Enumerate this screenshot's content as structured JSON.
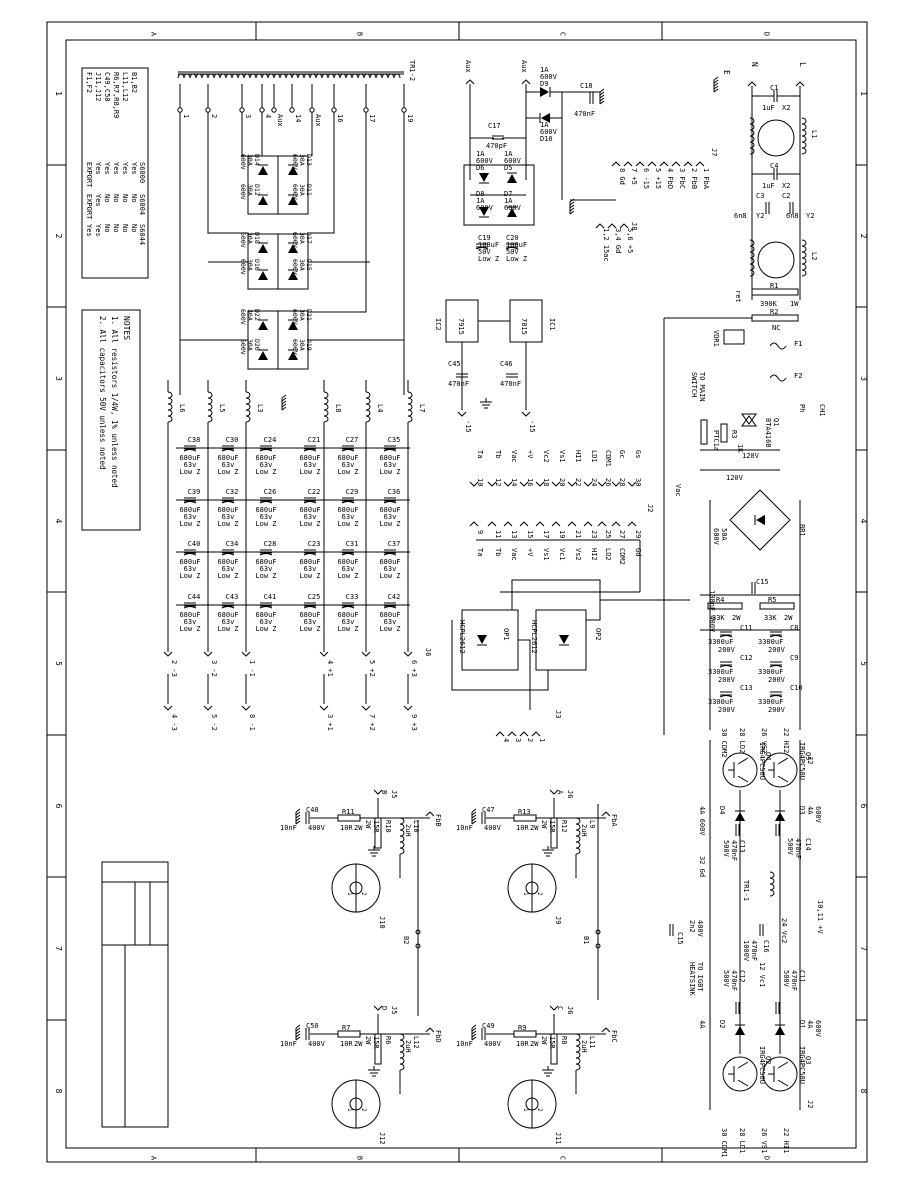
{
  "sheet": {
    "top_zones": [
      "A",
      "B",
      "C",
      "D"
    ],
    "bottom_zones": [
      "A",
      "B",
      "C",
      "D"
    ],
    "left_rows": [
      "1",
      "2",
      "3",
      "4",
      "5",
      "6",
      "7",
      "8"
    ],
    "right_rows": [
      "1",
      "2",
      "3",
      "4",
      "5",
      "6",
      "7",
      "8"
    ]
  },
  "variants": {
    "headers": [
      "",
      "S6000",
      "S6004",
      "S6044"
    ],
    "rows": [
      [
        "B1,B2",
        "Yes",
        "No",
        "No"
      ],
      [
        "L11,L12",
        "Yes",
        "No",
        "No"
      ],
      [
        "R6,R7,R8,R9",
        "Yes",
        "No",
        "No"
      ],
      [
        "C49,C50",
        "Yes",
        "No",
        "No"
      ],
      [
        "J11,J12",
        "Yes",
        "Yes",
        "Yes"
      ],
      [
        "F1,F2",
        "EXPORT",
        "EXPORT",
        "Yes"
      ]
    ]
  },
  "notes": {
    "title": "NOTES",
    "items": [
      "1. All resistors 1/4W, 1% unless noted",
      "2. All capacitors 50V unless noted"
    ]
  },
  "transformer": {
    "label": "TR1-2",
    "taps": [
      "1",
      "2",
      "3",
      "4",
      "Aux",
      "14",
      "Aux",
      "16",
      "17",
      "19"
    ]
  },
  "rect_diodes": [
    [
      "D14 30A 600V",
      "D13 30A 600V",
      "D12 30A 600V",
      "D11 30A 600V"
    ],
    [
      "D18 30A 600V",
      "D17 30A 600V",
      "D16 30A 600V",
      "D15 30A 600V"
    ],
    [
      "D22 30A 600V",
      "D21 30A 600V",
      "D20 30A 600V",
      "D19 30A 600V"
    ]
  ],
  "inductors": [
    "L6",
    "L5",
    "L3",
    "L8",
    "L4",
    "L7"
  ],
  "filter_caps": {
    "value": [
      "680uF",
      "63v",
      "Low Z"
    ],
    "rows": [
      [
        "C38",
        "C30",
        "C24",
        "C21",
        "C27",
        "C35"
      ],
      [
        "C39",
        "C32",
        "C26",
        "C22",
        "C29",
        "C36"
      ],
      [
        "C40",
        "C34",
        "C28",
        "C23",
        "C31",
        "C37"
      ],
      [
        "C44",
        "C43",
        "C41",
        "C25",
        "C33",
        "C42"
      ]
    ]
  },
  "out_connectors": {
    "top": [
      "2 -3",
      "3 -2",
      "1 -1",
      "4 +1",
      "5 +2",
      "6 +3"
    ],
    "bottom": [
      "4 -3",
      "5 -2",
      "8 -1",
      "3 +1",
      "7 +2",
      "9 +3"
    ],
    "j_label": "J6"
  },
  "aux_supply": {
    "aux": [
      "Aux",
      "Aux"
    ],
    "d9": [
      "1A",
      "600V",
      "D9"
    ],
    "d10": [
      "1A",
      "600V",
      "D10"
    ],
    "c18": [
      "C18",
      "470nF"
    ],
    "c17": [
      "C17",
      "470pF"
    ],
    "d6": [
      "1A",
      "600V",
      "D6"
    ],
    "d5": [
      "1A",
      "600V",
      "D5"
    ],
    "d8": [
      "D8",
      "1A",
      "600V"
    ],
    "d7": [
      "D7",
      "1A",
      "600V"
    ],
    "c19": [
      "C19",
      "100uF",
      "50V",
      "Low Z"
    ],
    "c20": [
      "C20",
      "100uF",
      "50V",
      "Low Z"
    ],
    "ic2": [
      "7915",
      "IC2"
    ],
    "ic1": [
      "7815",
      "IC1"
    ],
    "c45": [
      "C45",
      "470nF"
    ],
    "c46": [
      "C46",
      "470nF"
    ],
    "rails": [
      "-15",
      "-15"
    ]
  },
  "j7": {
    "label": "J7",
    "pins": [
      "1 FbA",
      "2 FbB",
      "3 FbC",
      "4 FbD",
      "5 +15",
      "6 -15",
      "7 +5",
      "8 Gd"
    ],
    "j8": "J8",
    "j8_pins": [
      "1,2 15ac",
      "3,4 Gd",
      "5,6 +5"
    ]
  },
  "j2_top": {
    "label": "J2",
    "top_row": [
      "Gs",
      "Gc",
      "CDM1",
      "LD1",
      "HI1",
      "Vs1",
      "Vc2",
      "+V",
      "Vac",
      "Tb",
      "Ta"
    ],
    "top_nums": [
      "30",
      "28",
      "26",
      "24",
      "22",
      "20",
      "18",
      "16",
      "14",
      "12",
      "10"
    ],
    "bottom_row": [
      "29",
      "27",
      "25",
      "23",
      "21",
      "19",
      "17",
      "15",
      "13",
      "11",
      "9"
    ],
    "bottom_labels": [
      "Gd",
      "CDM2",
      "LD2",
      "HI2",
      "Vs2",
      "Vc1",
      "Vs1",
      "+V",
      "Vac",
      "Tb",
      "Ta"
    ]
  },
  "optos": {
    "op1": [
      "OP1",
      "HCPL2612"
    ],
    "op2": [
      "OP2",
      "HCPL2612"
    ],
    "j3": "J3",
    "j3_pins": [
      "4",
      "3",
      "2",
      "1"
    ]
  },
  "input": {
    "earth": "E",
    "n": "N",
    "l": "L",
    "c1": [
      "C1",
      "1uF",
      "X2"
    ],
    "l1": "L1",
    "c4": [
      "C4",
      "1uF",
      "X2"
    ],
    "c3": [
      "C3",
      "6n8",
      "Y2"
    ],
    "c2": [
      "C2",
      "6n8",
      "Y2"
    ],
    "l2": "L2",
    "r1": [
      "R1",
      "390K",
      "1W"
    ],
    "r2": [
      "R2",
      "NC"
    ],
    "ret": "ret",
    "vdr": "VDR1",
    "f1": "F1",
    "f2": "F2",
    "sw": [
      "TO MAIN",
      "SWITCH"
    ],
    "ch": [
      "Ph",
      "CH1"
    ],
    "q1": [
      "Q1",
      "BTA416B"
    ],
    "r3": [
      "R3",
      "1K"
    ],
    "ptc": "PTC1a",
    "vac": [
      "120V",
      "120V",
      "Vac"
    ],
    "br1": [
      "BR1",
      "50A",
      "600V"
    ],
    "c15": [
      "C15",
      "100nF 400V"
    ],
    "r4": [
      "R4",
      "33K",
      "2W"
    ],
    "r5": [
      "R5",
      "33K",
      "2W"
    ],
    "bulk_caps": [
      [
        "C11",
        "3300uF",
        "200V"
      ],
      [
        "C8",
        "3300uF",
        "200V"
      ],
      [
        "C12",
        "3300uF",
        "200V"
      ],
      [
        "C9",
        "3300uF",
        "200V"
      ],
      [
        "C13",
        "3300uF",
        "200V"
      ],
      [
        "C10",
        "3300uF",
        "200V"
      ]
    ]
  },
  "igbt": {
    "q4": [
      "Q4",
      "IRG4PC50U"
    ],
    "q5": [
      "Q5",
      "IRG4PC50U"
    ],
    "q2": [
      "Q2",
      "IRG4PC50U"
    ],
    "q3": [
      "Q3",
      "IRG4PC50U"
    ],
    "d4": [
      "D4",
      "4A",
      "600V"
    ],
    "d3": [
      "D3",
      "4A",
      "600V"
    ],
    "d2": [
      "D2",
      "4A",
      "600V"
    ],
    "d1": [
      "D1",
      "4A",
      "600V"
    ],
    "c14": [
      "C14",
      "470nF",
      "500V"
    ],
    "c13b": [
      "C13",
      "470nF",
      "500V"
    ],
    "c16": [
      "C16",
      "470nF",
      "1000V"
    ],
    "c12b": [
      "C12",
      "470nF",
      "500V"
    ],
    "c11b": [
      "C11",
      "470nF",
      "500V"
    ],
    "c15b": [
      "C15",
      "2n2",
      "400V"
    ],
    "tr": "TR1-1",
    "heatsink": [
      "TO IGBT",
      "HEATSINK"
    ],
    "j2_pins": [
      "30 CDM2",
      "28 LD2",
      "26 VS2",
      "22 HI2",
      "32 Gd",
      "10,11 +V",
      "24 Vc2",
      "12 Vc1",
      "30 CDM1",
      "28 LD1",
      "26 VS1",
      "22 HI1"
    ]
  },
  "outputs": [
    {
      "jack": "J10",
      "c": [
        "C48",
        "10nF",
        "400V"
      ],
      "r": [
        "R11",
        "10R",
        "2W"
      ],
      "rb": [
        "R10",
        "15R",
        "2W"
      ],
      "l": [
        "L10",
        "2uH"
      ],
      "fb": "FbB",
      "pin": "B",
      "j": "J5"
    },
    {
      "jack": "J9",
      "c": [
        "C47",
        "10nF",
        "400V"
      ],
      "r": [
        "R13",
        "10R",
        "2W"
      ],
      "rb": [
        "R12",
        "15R",
        "2W"
      ],
      "l": [
        "L9",
        "2uH"
      ],
      "fb": "FbA",
      "pin": "A",
      "j": "J6"
    },
    {
      "jack": "J12",
      "c": [
        "C50",
        "10nF",
        "400V"
      ],
      "r": [
        "R7",
        "10R",
        "2W"
      ],
      "rb": [
        "R6",
        "15R",
        "2W"
      ],
      "l": [
        "L12",
        "2uH"
      ],
      "fb": "FbD",
      "pin": "D",
      "j": "J5"
    },
    {
      "jack": "J11",
      "c": [
        "C49",
        "10nF",
        "400V"
      ],
      "r": [
        "R9",
        "10R",
        "2W"
      ],
      "rb": [
        "R8",
        "15R",
        "2W"
      ],
      "l": [
        "L11",
        "2uH"
      ],
      "fb": "FbC",
      "pin": "C",
      "j": "J6"
    }
  ],
  "switches": [
    "B1",
    "B2"
  ]
}
